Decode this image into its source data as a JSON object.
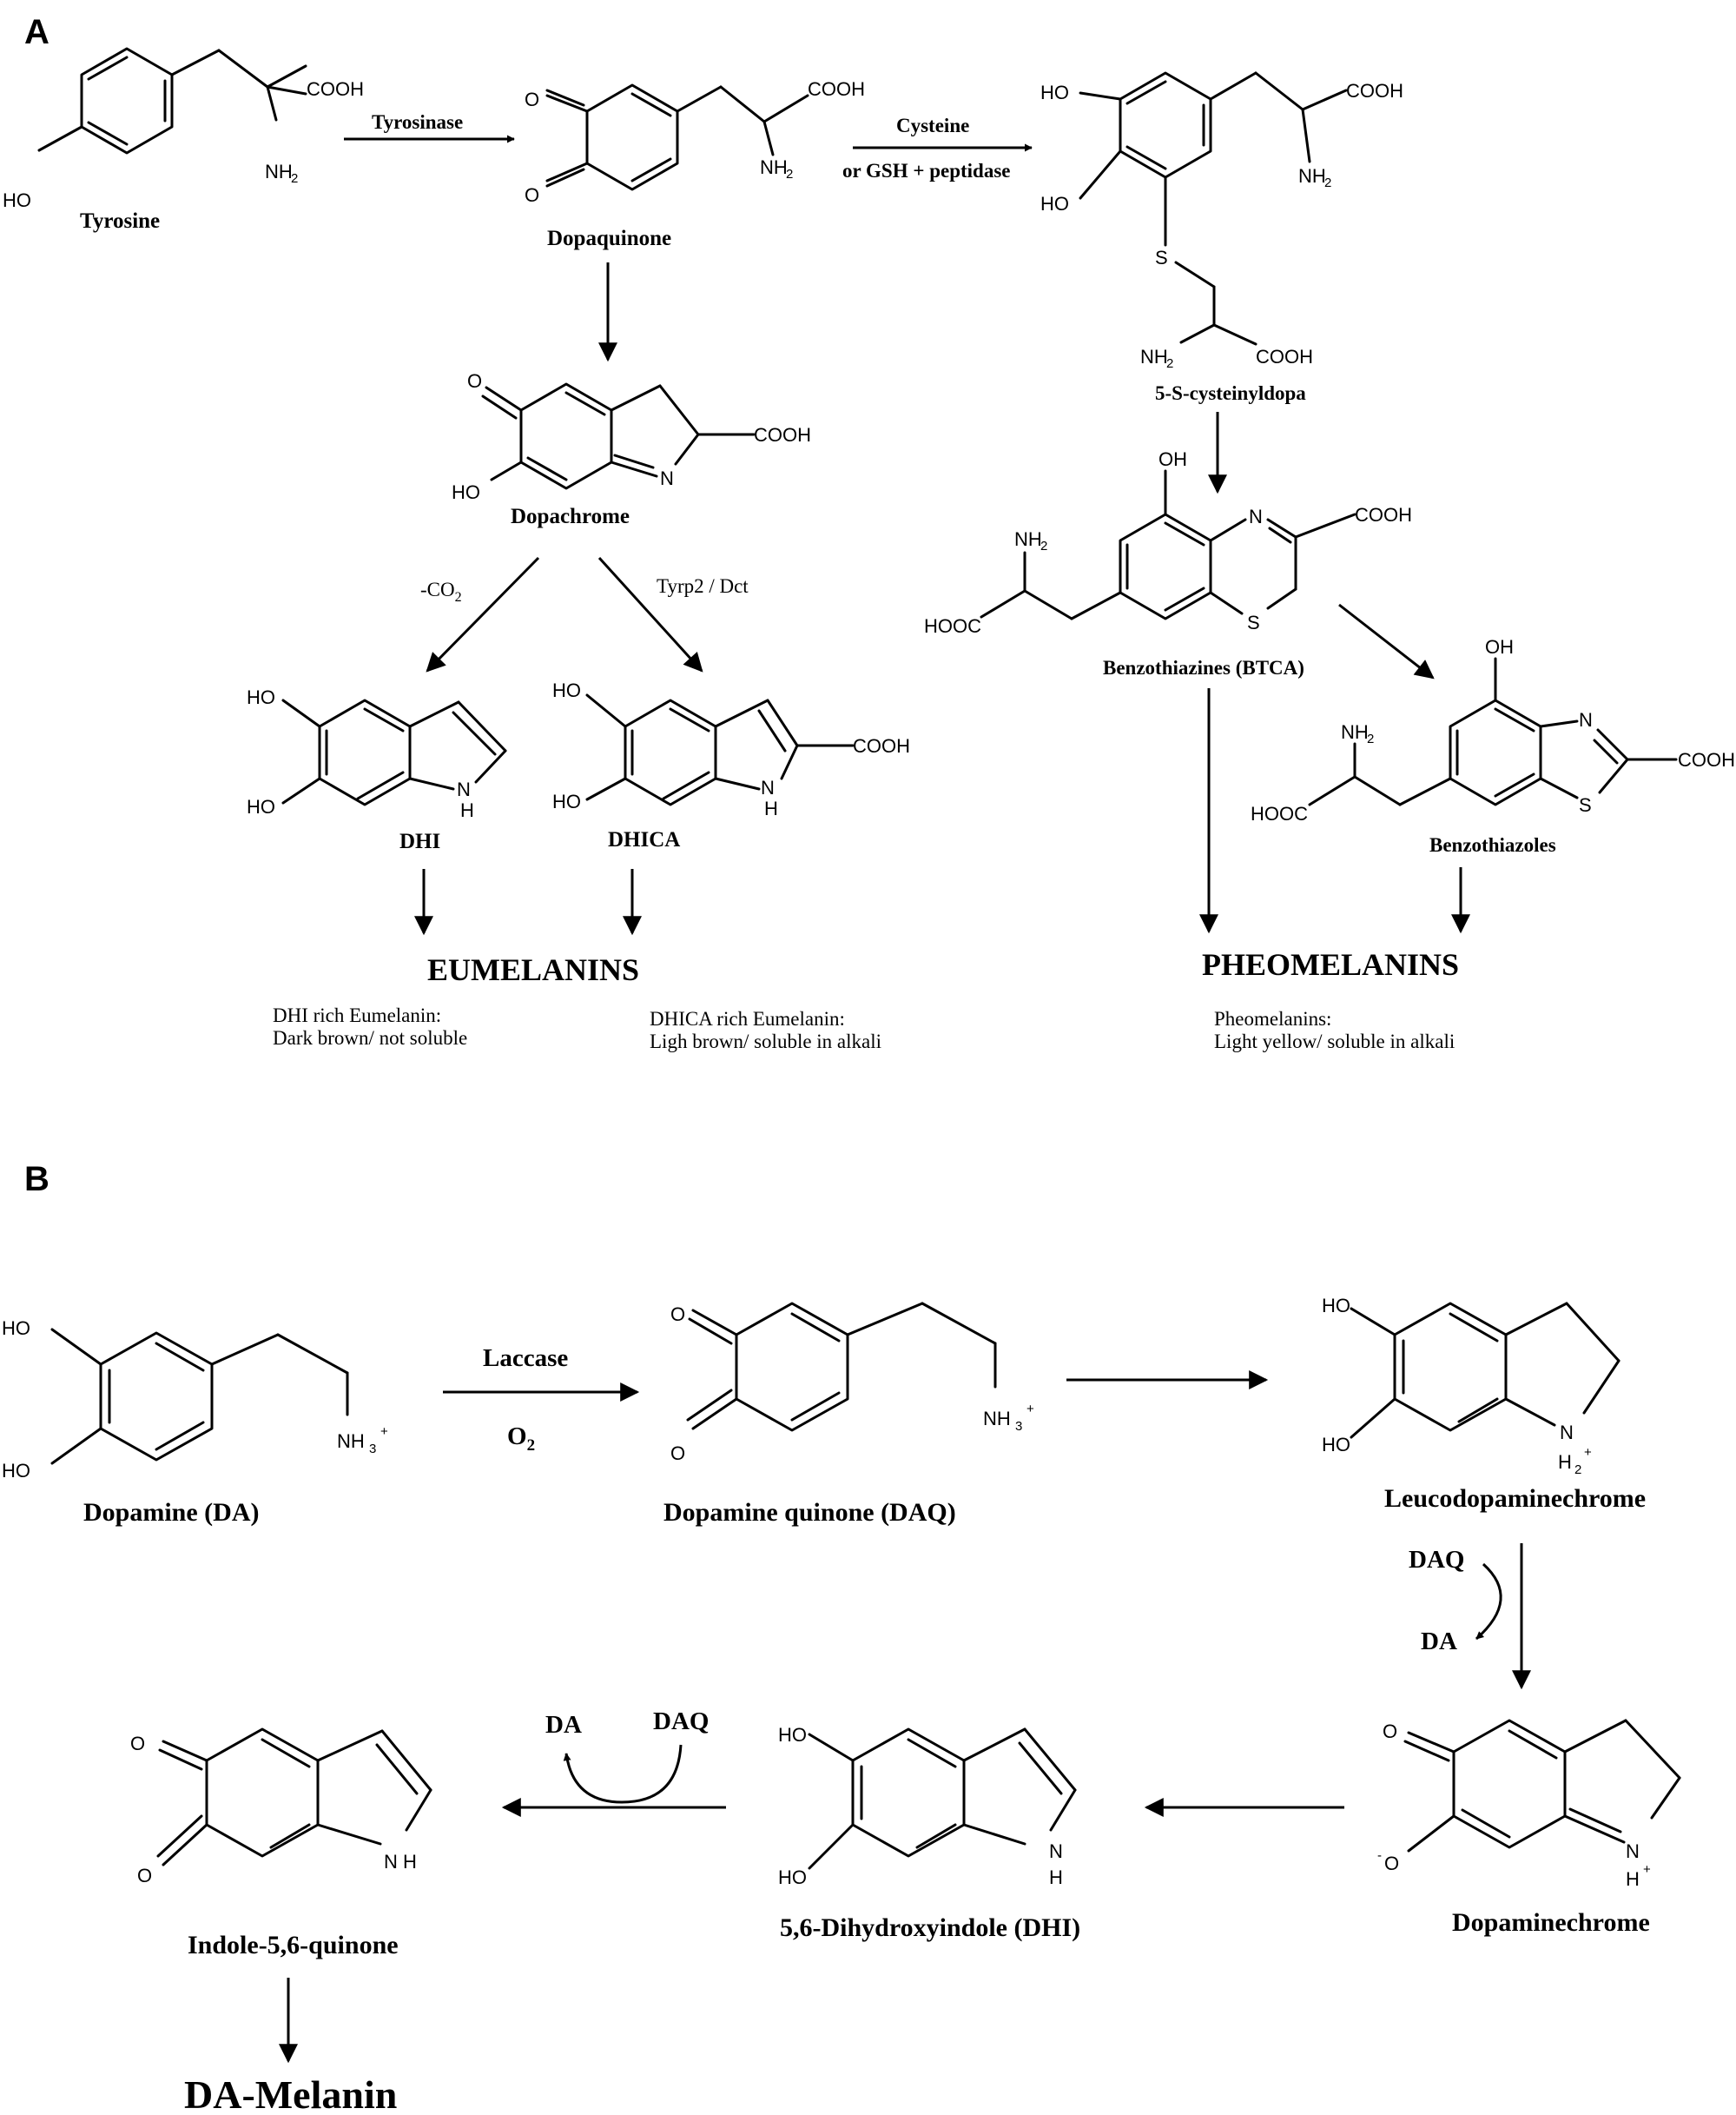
{
  "panels": {
    "a": "A",
    "b": "B"
  },
  "panel_a": {
    "compounds": {
      "tyrosine": "Tyrosine",
      "dopaquinone": "Dopaquinone",
      "cysteinyldopa": "5-S-cysteinyldopa",
      "dopachrome": "Dopachrome",
      "btca": "Benzothiazines (BTCA)",
      "dhi": "DHI",
      "dhica": "DHICA",
      "benzothiazoles": "Benzothiazoles"
    },
    "reagents": {
      "tyrosinase": "Tyrosinase",
      "cysteine": "Cysteine",
      "gsh": "or GSH + peptidase",
      "co2": "-CO",
      "co2_sub": "2",
      "tyrp2": "Tyrp2 / Dct"
    },
    "products": {
      "eumelanins": "EUMELANINS",
      "pheomelanins": "PHEOMELANINS",
      "dhi_note_1": "DHI rich Eumelanin:",
      "dhi_note_2": "Dark brown/ not soluble",
      "dhica_note_1": "DHICA rich Eumelanin:",
      "dhica_note_2": "Ligh brown/ soluble in alkali",
      "pheo_note_1": "Pheomelanins:",
      "pheo_note_2": "Light yellow/ soluble in alkali"
    }
  },
  "panel_b": {
    "compounds": {
      "dopamine": "Dopamine (DA)",
      "daq": "Dopamine quinone (DAQ)",
      "leuco": "Leucodopaminechrome",
      "dopaminechrome": "Dopaminechrome",
      "dhi": "5,6-Dihydroxyindole (DHI)",
      "indolequinone": "Indole-5,6-quinone",
      "melanin": "DA-Melanin"
    },
    "reagents": {
      "laccase": "Laccase",
      "o2": "O",
      "o2_sub": "2",
      "daq_1": "DAQ",
      "da_1": "DA",
      "daq_2": "DAQ",
      "da_2": "DA"
    }
  },
  "atoms": {
    "cooh": "COOH",
    "hooc": "HOOC",
    "nh2": "NH",
    "sub2": "2",
    "ho": "HO",
    "oh": "OH",
    "o": "O",
    "n": "N",
    "h": "H",
    "s": "S",
    "nh3": "NH",
    "sub3": "3",
    "plus": "+",
    "minus": "-",
    "h2": "H"
  }
}
